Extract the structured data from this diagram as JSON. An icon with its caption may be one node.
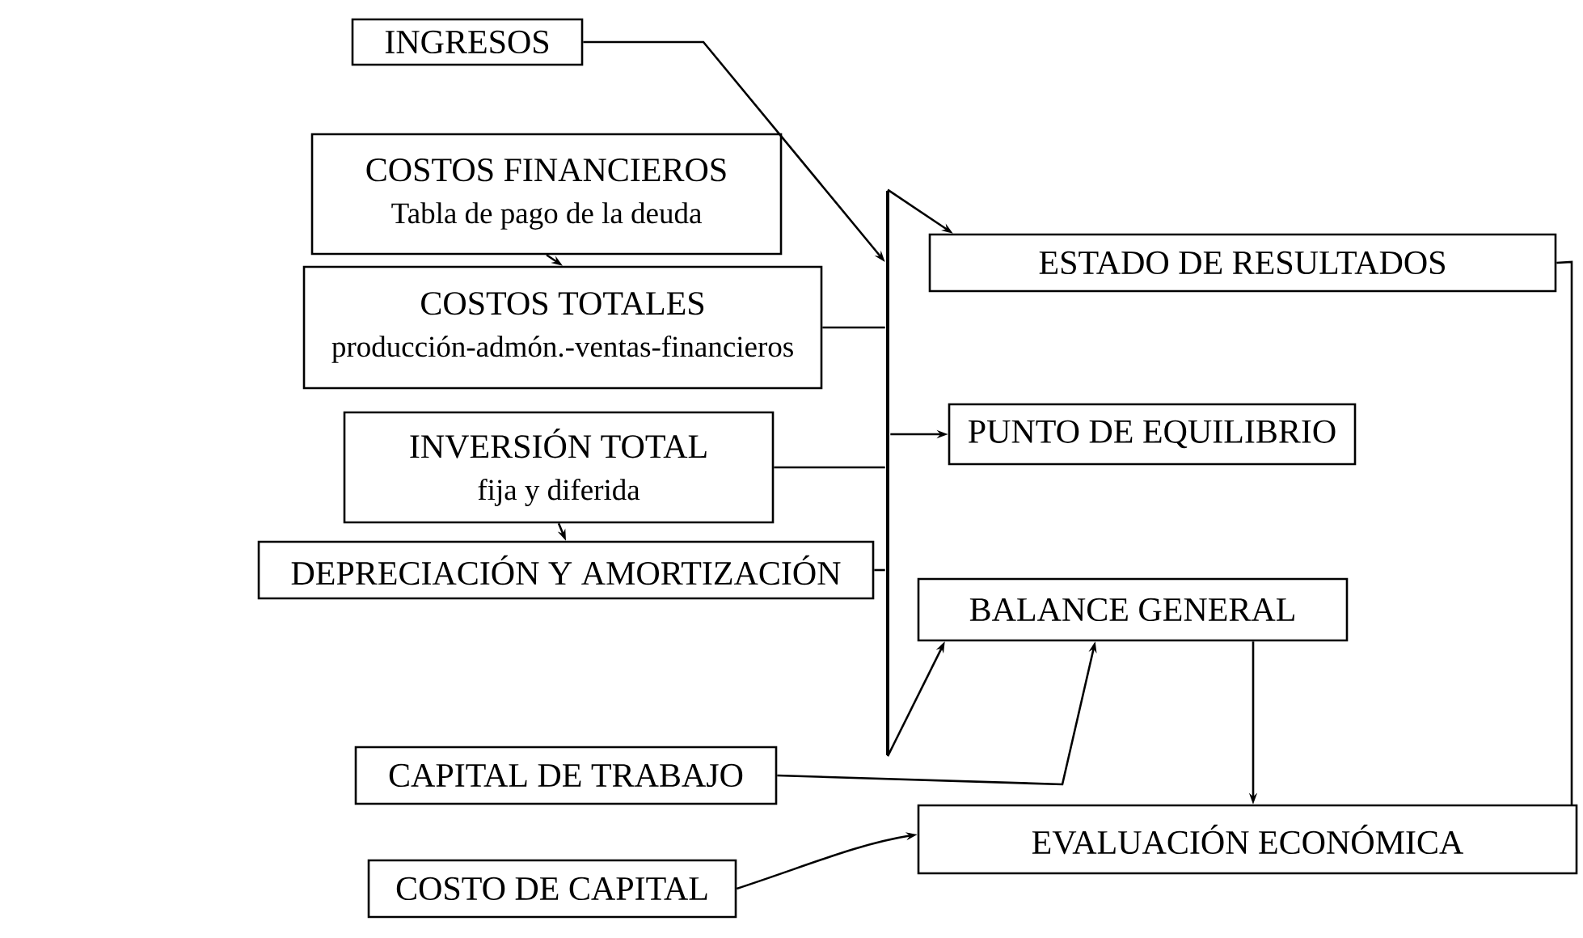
{
  "diagram": {
    "nodes": [
      {
        "text": [
          "INGRESOS"
        ]
      },
      {
        "text": [
          "COSTOS FINANCIEROS",
          "Tabla de pago de la deuda"
        ]
      },
      {
        "text": [
          "COSTOS TOTALES",
          "producción-admón.-ventas-financieros"
        ]
      },
      {
        "text": [
          "INVERSIÓN TOTAL",
          "fija y diferida"
        ]
      },
      {
        "text": [
          "DEPRECIACIÓN Y AMORTIZACIÓN"
        ]
      },
      {
        "text": [
          "CAPITAL DE TRABAJO"
        ]
      },
      {
        "text": [
          "COSTO DE CAPITAL"
        ]
      },
      {
        "text": [
          "ESTADO DE RESULTADOS"
        ]
      },
      {
        "text": [
          "PUNTO DE EQUILIBRIO"
        ]
      },
      {
        "text": [
          "BALANCE GENERAL"
        ]
      },
      {
        "text": [
          "EVALUACIÓN ECONÓMICA"
        ]
      },
      {
        "text": [],
        "shape": "bar"
      }
    ],
    "edges": [
      {
        "from": 0,
        "to": 11,
        "arrow": "to"
      },
      {
        "from": 1,
        "to": 2,
        "arrow": "to"
      },
      {
        "from": 2,
        "to": 11,
        "arrow": "none"
      },
      {
        "from": 3,
        "to": 11,
        "arrow": "none"
      },
      {
        "from": 3,
        "to": 4,
        "arrow": "to"
      },
      {
        "from": 4,
        "to": 11,
        "arrow": "none"
      },
      {
        "from": 11,
        "to": 7,
        "arrow": "to"
      },
      {
        "from": 11,
        "to": 8,
        "arrow": "to"
      },
      {
        "from": 11,
        "to": 9,
        "arrow": "to"
      },
      {
        "from": 5,
        "to": 9,
        "arrow": "to"
      },
      {
        "from": 9,
        "to": 10,
        "arrow": "to"
      },
      {
        "from": 7,
        "to": 10,
        "arrow": "none"
      },
      {
        "from": 6,
        "to": 10,
        "arrow": "to"
      }
    ]
  }
}
